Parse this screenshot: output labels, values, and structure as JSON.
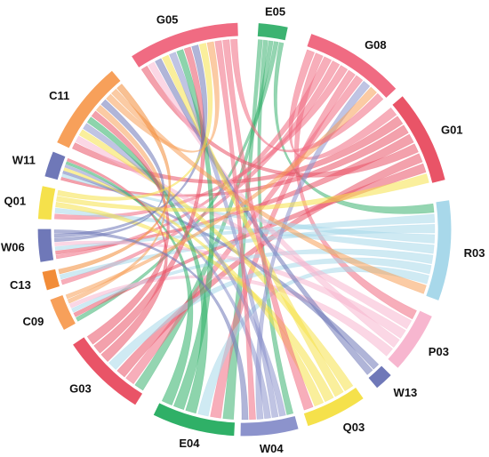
{
  "diagram": {
    "type": "chord",
    "segments": [
      {
        "id": "E05",
        "label": "E05",
        "color": "#3cb371",
        "a0": 4,
        "a1": 12
      },
      {
        "id": "G08",
        "label": "G08",
        "color": "#f06b82",
        "a0": 19,
        "a1": 47
      },
      {
        "id": "G01",
        "label": "G01",
        "color": "#e95467",
        "a0": 50,
        "a1": 76
      },
      {
        "id": "R03",
        "label": "R03",
        "color": "#a8d8ea",
        "a0": 82,
        "a1": 110
      },
      {
        "id": "P03",
        "label": "P03",
        "color": "#f7b6cf",
        "a0": 115,
        "a1": 132
      },
      {
        "id": "W13",
        "label": "W13",
        "color": "#6f78b8",
        "a0": 135,
        "a1": 140
      },
      {
        "id": "Q03",
        "label": "Q03",
        "color": "#f5e14b",
        "a0": 145,
        "a1": 162
      },
      {
        "id": "W04",
        "label": "W04",
        "color": "#8c93cc",
        "a0": 165,
        "a1": 181
      },
      {
        "id": "E04",
        "label": "E04",
        "color": "#2fb067",
        "a0": 183,
        "a1": 206
      },
      {
        "id": "G03",
        "label": "G03",
        "color": "#e95467",
        "a0": 212,
        "a1": 236
      },
      {
        "id": "C09",
        "label": "C09",
        "color": "#f7a05a",
        "a0": 241,
        "a1": 250
      },
      {
        "id": "C13",
        "label": "C13",
        "color": "#f28c38",
        "a0": 253,
        "a1": 258
      },
      {
        "id": "W06",
        "label": "W06",
        "color": "#6f78b8",
        "a0": 261,
        "a1": 270
      },
      {
        "id": "Q01",
        "label": "Q01",
        "color": "#f5e14b",
        "a0": 273,
        "a1": 282
      },
      {
        "id": "W11",
        "label": "W11",
        "color": "#6f78b8",
        "a0": 285,
        "a1": 292
      },
      {
        "id": "C11",
        "label": "C11",
        "color": "#f7a05a",
        "a0": 295,
        "a1": 320
      },
      {
        "id": "G05",
        "label": "G05",
        "color": "#f06b82",
        "a0": 327,
        "a1": 358
      }
    ],
    "links": [
      [
        "E05",
        "E04"
      ],
      [
        "E05",
        "W04"
      ],
      [
        "E05",
        "G03"
      ],
      [
        "E05",
        "C09"
      ],
      [
        "E05",
        "R03"
      ],
      [
        "G08",
        "G01"
      ],
      [
        "G08",
        "P03"
      ],
      [
        "G08",
        "W06"
      ],
      [
        "G08",
        "C13"
      ],
      [
        "G08",
        "Q01"
      ],
      [
        "G08",
        "E04"
      ],
      [
        "G08",
        "G03"
      ],
      [
        "G01",
        "C11"
      ],
      [
        "G01",
        "W11"
      ],
      [
        "G01",
        "W06"
      ],
      [
        "G01",
        "G05"
      ],
      [
        "G01",
        "G03"
      ],
      [
        "G01",
        "C09"
      ],
      [
        "R03",
        "W06"
      ],
      [
        "R03",
        "C13"
      ],
      [
        "R03",
        "W11"
      ],
      [
        "R03",
        "Q01"
      ],
      [
        "R03",
        "C09"
      ],
      [
        "R03",
        "G03"
      ],
      [
        "R03",
        "E04"
      ],
      [
        "P03",
        "C11"
      ],
      [
        "P03",
        "W06"
      ],
      [
        "P03",
        "G05"
      ],
      [
        "P03",
        "C09"
      ],
      [
        "W13",
        "W11"
      ],
      [
        "W13",
        "G05"
      ],
      [
        "Q03",
        "C11"
      ],
      [
        "Q03",
        "G05"
      ],
      [
        "Q03",
        "Q01"
      ],
      [
        "Q03",
        "W11"
      ],
      [
        "W04",
        "C11"
      ],
      [
        "W04",
        "G05"
      ],
      [
        "W04",
        "W11"
      ],
      [
        "W04",
        "G08"
      ],
      [
        "E04",
        "C11"
      ],
      [
        "E04",
        "G05"
      ],
      [
        "E04",
        "W11"
      ],
      [
        "G03",
        "W11"
      ],
      [
        "G03",
        "G05"
      ],
      [
        "G03",
        "C11"
      ],
      [
        "C09",
        "C11"
      ],
      [
        "C09",
        "G08"
      ],
      [
        "W06",
        "C11"
      ],
      [
        "W06",
        "G05"
      ],
      [
        "Q01",
        "G01"
      ],
      [
        "Q01",
        "G05"
      ],
      [
        "C11",
        "G05"
      ],
      [
        "C11",
        "R03"
      ],
      [
        "G05",
        "W04"
      ],
      [
        "G05",
        "Q03"
      ],
      [
        "G05",
        "G08"
      ],
      [
        "C13",
        "C11"
      ],
      [
        "W06",
        "W04"
      ]
    ]
  }
}
